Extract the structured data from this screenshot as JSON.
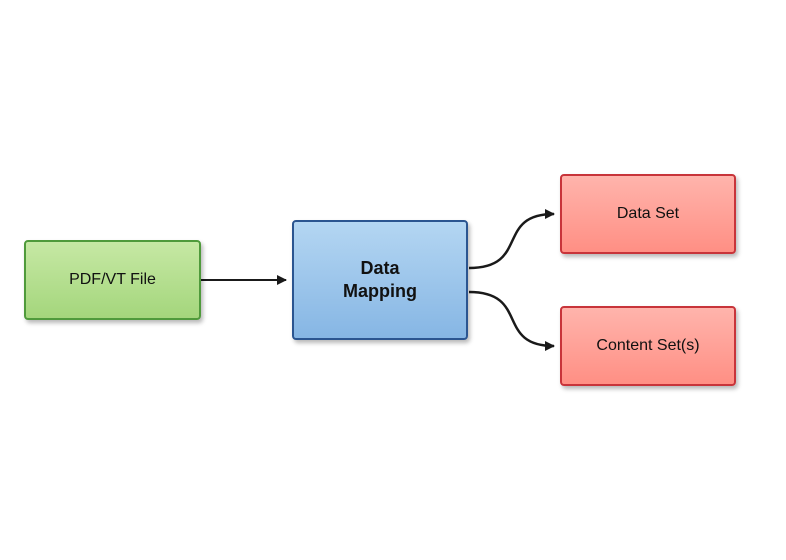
{
  "nodes": {
    "pdf_vt_file": {
      "label": "PDF/VT File"
    },
    "data_mapping": {
      "label": "Data\nMapping"
    },
    "data_set": {
      "label": "Data Set"
    },
    "content_sets": {
      "label": "Content Set(s)"
    }
  },
  "colors": {
    "source_fill": "#b6e090",
    "source_border": "#4f9a3b",
    "process_fill": "#9fc7ec",
    "process_border": "#2b5590",
    "output_fill": "#ffa197",
    "output_border": "#c8343a",
    "edge": "#1a1a1a"
  }
}
